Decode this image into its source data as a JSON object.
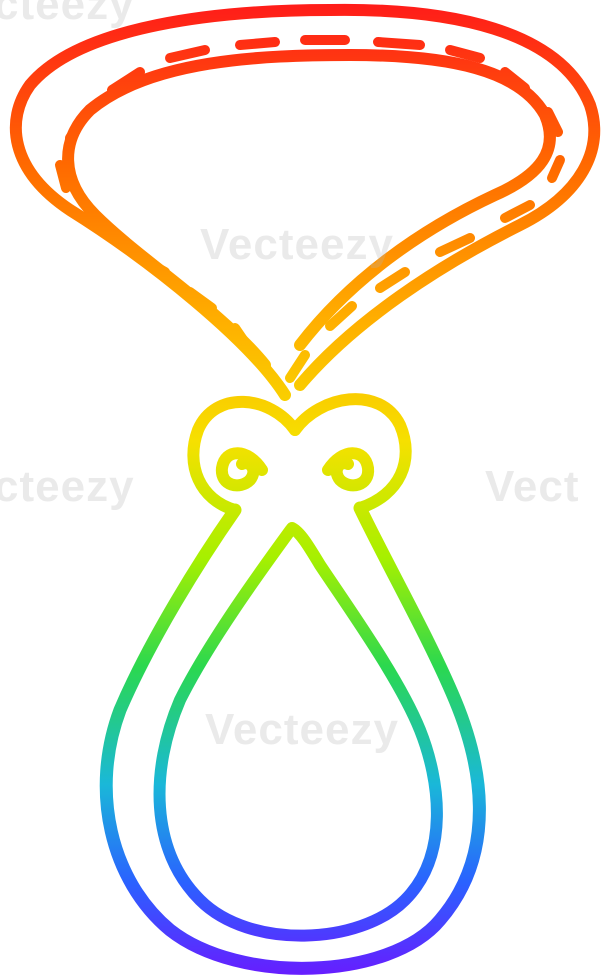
{
  "image": {
    "subject": "rainbow-gradient-cartoon-necklace-pendant",
    "colors": {
      "gradient": [
        "#ff1a1a",
        "#ff6a00",
        "#ffb000",
        "#f6e000",
        "#a6f000",
        "#2bd84f",
        "#1ab8d8",
        "#2a62ff",
        "#6a1aff"
      ],
      "background": "#ffffff"
    }
  },
  "watermark": {
    "text": "Vecteezy",
    "partial_left": "cteezy",
    "partial_top": "cteezy",
    "partial_right": "Vect"
  }
}
